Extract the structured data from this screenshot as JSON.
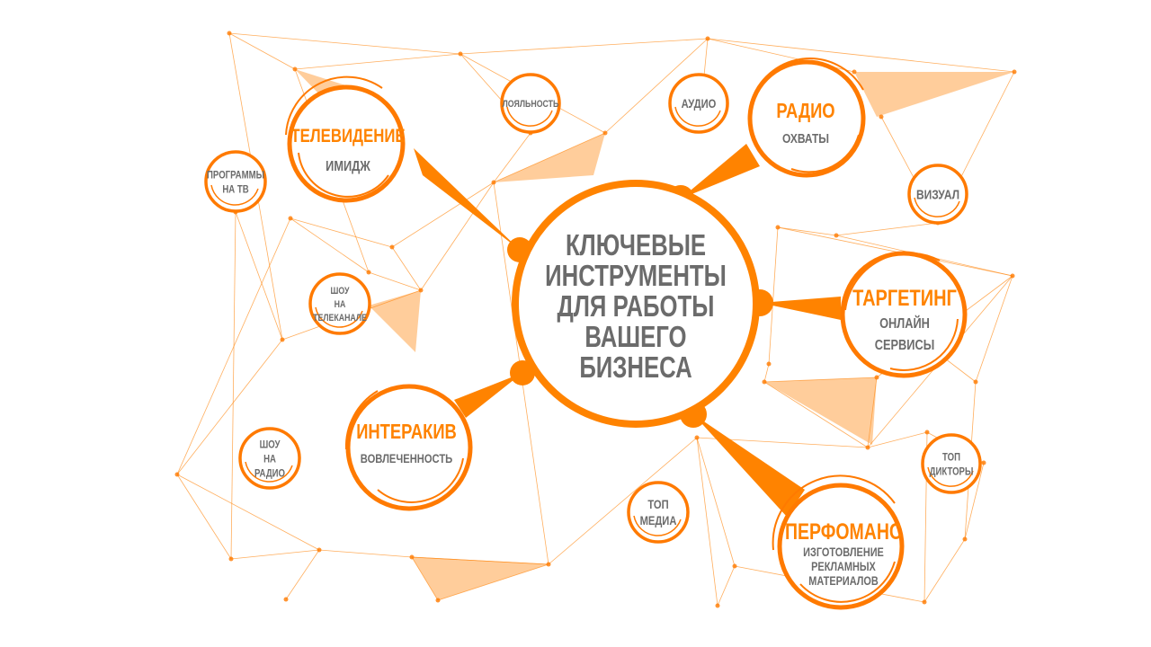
{
  "center": {
    "lines": [
      "КЛЮЧЕВЫЕ",
      "ИНСТРУМЕНТЫ",
      "ДЛЯ РАБОТЫ",
      "ВАШЕГО",
      "БИЗНЕСА"
    ]
  },
  "main_nodes": {
    "tv": {
      "title": "ТЕЛЕВИДЕНИЕ",
      "subtitle": "ИМИДЖ"
    },
    "radio": {
      "title": "РАДИО",
      "subtitle": "ОХВАТЫ"
    },
    "targeting": {
      "title": "ТАРГЕТИНГ",
      "subtitle_1": "ОНЛАЙН",
      "subtitle_2": "СЕРВИСЫ"
    },
    "interactive": {
      "title": "ИНТЕРАКИВ",
      "subtitle": "ВОВЛЕЧЕННОСТЬ"
    },
    "performance": {
      "title": "ПЕРФОМАНС",
      "subtitle_1": "ИЗГОТОВЛЕНИЕ",
      "subtitle_2": "РЕКЛАМНЫХ",
      "subtitle_3": "МАТЕРИАЛОВ"
    }
  },
  "small_nodes": {
    "tv_programs": [
      "ПРОГРАММЫ",
      "НА ТВ"
    ],
    "loyalty": [
      "ЛОЯЛЬНОСТЬ"
    ],
    "audio": [
      "АУДИО"
    ],
    "visual": [
      "ВИЗУАЛ"
    ],
    "tv_show": [
      "ШОУ",
      "НА",
      "ТЕЛЕКАНАЛЕ"
    ],
    "radio_show": [
      "ШОУ",
      "НА",
      "РАДИО"
    ],
    "top_media": [
      "ТОП",
      "МЕДИА"
    ],
    "top_speakers": [
      "ТОП",
      "ДИКТОРЫ"
    ]
  },
  "colors": {
    "accent": "#ff8300",
    "text": "#6b6b6b",
    "fill_light": "#ffc48a"
  }
}
